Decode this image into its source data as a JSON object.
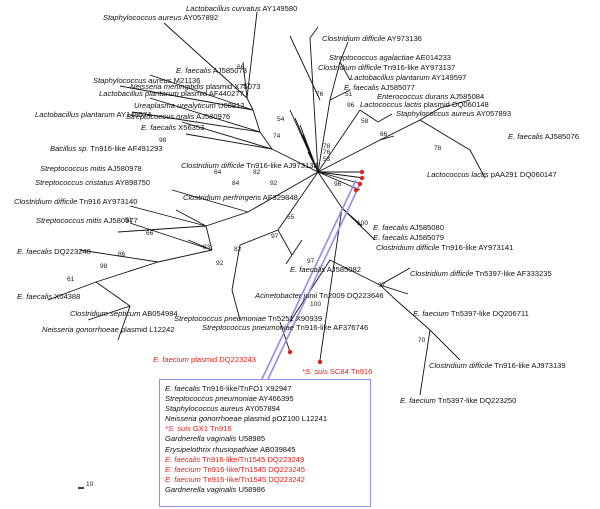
{
  "colors": {
    "highlight": "#e0201a",
    "box_border": "#8f8fe6",
    "line": "#111111"
  },
  "scale_bar_label": "10",
  "labels": [
    {
      "id": "l_staph_ay057892",
      "genus": "Staphylococcus aureus",
      "rest": " AY057892"
    },
    {
      "id": "l_lactob_curv",
      "genus": "Lactobacillus curvatus",
      "rest": " AY149580"
    },
    {
      "id": "l_cdiff_ay973136",
      "genus": "Clostridium difficile",
      "rest": " AY973136"
    },
    {
      "id": "l_strep_agal",
      "genus": "Streptococcus agalactiae",
      "rest": " AE014233"
    },
    {
      "id": "l_cdiff_ay973137",
      "genus": "Clostridium difficile",
      "rest": " Tn916-like AY973137"
    },
    {
      "id": "l_lplant_ay149597",
      "genus": "Lactobacillus plantarum",
      "rest": " AY149597"
    },
    {
      "id": "l_efs_aj585078",
      "genus": "E. faecalis",
      "rest": " AJ585078"
    },
    {
      "id": "l_staph_m21136",
      "genus": "Staphylococcus aureus",
      "rest": " M21136"
    },
    {
      "id": "l_efs_aj585077",
      "genus": "E. faecalis",
      "rest": " AJ585077"
    },
    {
      "id": "l_neiss_x75073",
      "genus": "Neisseria meningitidis",
      "rest": " plasmid X75073"
    },
    {
      "id": "l_lplant_af440277",
      "genus": "Lactobacillus plantarum",
      "rest": " plasmid AF440277"
    },
    {
      "id": "l_ent_durans",
      "genus": "Enterococcus durans",
      "rest": " AJ585084"
    },
    {
      "id": "l_lactis_dq060148",
      "genus": "Lactococcus lactis",
      "rest": " plasmid DQ060148"
    },
    {
      "id": "l_urea",
      "genus": "Ureaplasma urealyticum",
      "rest": " U08812"
    },
    {
      "id": "l_staph_ay057893",
      "genus": "Staphylococcus aureus",
      "rest": " AY057893"
    },
    {
      "id": "l_lplant_ay149574",
      "genus": "Lactobacillus plantarum",
      "rest": " AY149574"
    },
    {
      "id": "l_strep_oralis",
      "genus": "Streptococcus oralis",
      "rest": " AJ580976"
    },
    {
      "id": "l_efs_x56353",
      "genus": "E. faecalis",
      "rest": " X56353"
    },
    {
      "id": "l_efs_aj585076",
      "genus": "E. faecalis",
      "rest": " AJ585076"
    },
    {
      "id": "l_bacillus",
      "genus": "Bacillus sp.",
      "rest": " Tn916-like AF491293"
    },
    {
      "id": "l_cdiff_ay973138",
      "genus": "Clostridium difficile",
      "rest": " Tn916-like AJ973138"
    },
    {
      "id": "l_lactis_paa291",
      "genus": "Lactococcus lactis",
      "rest": " pAA291 DQ060147"
    },
    {
      "id": "l_smitis_aj580978",
      "genus": "Streptococcus mitis",
      "rest": " AJ580978"
    },
    {
      "id": "l_scrist",
      "genus": "Streptococcus cristatus",
      "rest": " AY898750"
    },
    {
      "id": "l_cdiff_ay973140",
      "genus": "Clostridium difficile",
      "rest": " Tn916 AY973140"
    },
    {
      "id": "l_cperf",
      "genus": "Clostridium perfringens",
      "rest": " AF329848"
    },
    {
      "id": "l_smitis_aj580977",
      "genus": "Streptococcus mitis",
      "rest": " AJ580977"
    },
    {
      "id": "l_efs_aj585080",
      "genus": "E. faecalis",
      "rest": " AJ585080"
    },
    {
      "id": "l_efs_aj585079",
      "genus": "E. faecalis",
      "rest": " AJ585079"
    },
    {
      "id": "l_cdiff_ay973141",
      "genus": "Clostridium difficile",
      "rest": " Tn916-like AY973141"
    },
    {
      "id": "l_efs_dq223248",
      "genus": "E. faecalis",
      "rest": " DQ223248"
    },
    {
      "id": "l_efs_aj585082",
      "genus": "E. faecalis",
      "rest": " AJ585082"
    },
    {
      "id": "l_cdiff_af333235",
      "genus": "Clostridium difficile",
      "rest": " Tn5397-like AF333235"
    },
    {
      "id": "l_acinet",
      "genus": "Acinetobacter junii",
      "rest": " Tn2009 DQ223646"
    },
    {
      "id": "l_efs_x04388",
      "genus": "E. faecalis",
      "rest": " X04388"
    },
    {
      "id": "l_csept",
      "genus": "Clostridium septicum",
      "rest": " AB054984"
    },
    {
      "id": "l_efm_dq206711",
      "genus": "E. faecium",
      "rest": " Tn5397-like DQ206711"
    },
    {
      "id": "l_ngon_l12242",
      "genus": "Neisseria gonorrhoeae",
      "rest": " plasmid L12242"
    },
    {
      "id": "l_spneu_x90939",
      "genus": "Streptococcus pneumoniae",
      "rest": " Tn5251 X90939"
    },
    {
      "id": "l_spneu_af376746",
      "genus": "Streptococcus pneumoniae",
      "rest": " Tn916-like AF376746"
    },
    {
      "id": "l_efm_dq223243",
      "genus": "E. faecium",
      "rest": " plasmid DQ223243",
      "red": true
    },
    {
      "id": "l_ssuis_sc84",
      "genus": "*S. suis",
      "rest": " SC84  Tn916",
      "red": true
    },
    {
      "id": "l_cdiff_ay973139",
      "genus": "Clostridium difficile",
      "rest": " Tn916-like AJ973139"
    },
    {
      "id": "l_efm_dq223250",
      "genus": "E. faecium",
      "rest": " Tn5397-like DQ223250"
    }
  ],
  "bootstrap_values": [
    "66",
    "97",
    "76",
    "51",
    "96",
    "54",
    "58",
    "66",
    "78",
    "98",
    "74",
    "78",
    "76",
    "53",
    "96",
    "64",
    "84",
    "82",
    "92",
    "55",
    "97",
    "51",
    "66",
    "83",
    "82",
    "92",
    "86",
    "98",
    "61",
    "97",
    "100",
    "97",
    "100",
    "70"
  ],
  "legend_items": [
    {
      "genus": "E. faecalis",
      "rest": " Tn916-like/TnFO1 X92947",
      "red": false
    },
    {
      "genus": "Streptococcus pneumoniae",
      "rest": " AY466395",
      "red": false
    },
    {
      "genus": "Staphylococcus aureus",
      "rest": " AY057894",
      "red": false
    },
    {
      "genus": "Neisseria gonorrhoeae",
      "rest": " plasmid pOZ100 L12241",
      "red": false
    },
    {
      "genus": "*S. suis",
      "rest": " GX1 Tn916",
      "red": true
    },
    {
      "genus": "Gardnerella vaginalis",
      "rest": " U58985",
      "red": false
    },
    {
      "genus": "Erysipelothrix rhusiopathiae",
      "rest": " AB039845",
      "red": false
    },
    {
      "genus": "E. faecalis",
      "rest": " Tn916-like/Tn1545 DQ223249",
      "red": true
    },
    {
      "genus": "E. faecium",
      "rest": " Tn916-like/Tn1545 DQ223245",
      "red": true
    },
    {
      "genus": "E. faecium",
      "rest": " Tn916-like/Tn1545 DQ223242",
      "red": true
    },
    {
      "genus": "Gardnerella vaginalis",
      "rest": " U58986",
      "red": false
    }
  ]
}
